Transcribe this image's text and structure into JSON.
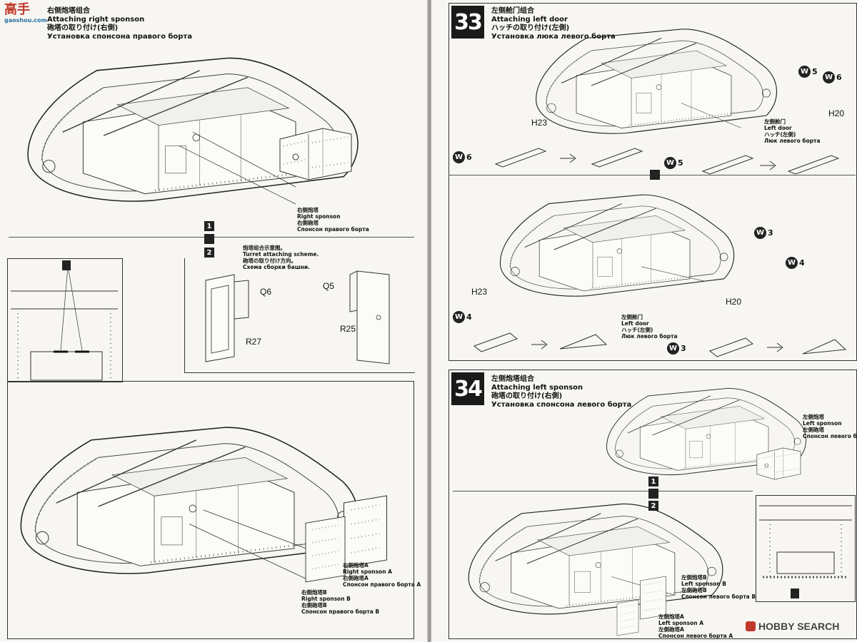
{
  "watermark": {
    "top": "高手",
    "bottom": "gaoshou.com"
  },
  "left": {
    "step_title": {
      "cn": "右侧炮塔组合",
      "en": "Attaching right sponson",
      "jp": "砲塔の取り付け(右側)",
      "ru": "Установка спонсона правого борта"
    },
    "callout_top": {
      "cn": "右侧炮塔",
      "en": "Right sponson",
      "jp": "右側砲塔",
      "ru": "Спонсон правого борта"
    },
    "option_1": "1",
    "option_2": "2",
    "turret_note": {
      "cn": "炮塔组合示意图。",
      "en": "Turret attaching scheme.",
      "jp": "砲塔の取り付け方向。",
      "ru": "Схема сборки башни."
    },
    "labels": {
      "q6": "Q6",
      "r27": "R27",
      "q5": "Q5",
      "r25": "R25"
    },
    "callout_a": {
      "cn": "右侧炮塔A",
      "en": "Right sponson A",
      "jp": "右側砲塔A",
      "ru": "Спонсон правого борта A"
    },
    "callout_b": {
      "cn": "右侧炮塔B",
      "en": "Right sponson B",
      "jp": "右側砲塔B",
      "ru": "Спонсон правого борта B"
    }
  },
  "right": {
    "step33": {
      "num": "33",
      "cn": "左侧舱门组合",
      "en": "Attaching left door",
      "jp": "ハッチの取り付け(左側)",
      "ru": "Установка люка левого борта"
    },
    "w5": "5",
    "w6": "6",
    "w3": "3",
    "w4": "4",
    "w_letter": "W",
    "h20": "H20",
    "h23": "H23",
    "door_callout": {
      "cn": "左侧舱门",
      "en": "Left door",
      "jp": "ハッチ(左側)",
      "ru": "Люк левого борта"
    },
    "step34": {
      "num": "34",
      "cn": "左侧炮塔组合",
      "en": "Attaching left sponson",
      "jp": "砲塔の取り付け(右側)",
      "ru": "Установка спонсона левого борта"
    },
    "left_sponson": {
      "cn": "左侧炮塔",
      "en": "Left sponson",
      "jp": "左側砲塔",
      "ru": "Спонсон левого борта"
    },
    "left_sponson_b": {
      "cn": "左侧炮塔B",
      "en": "Left sponson B",
      "jp": "左側砲塔B",
      "ru": "Спонсон левого борта B"
    },
    "left_sponson_a": {
      "cn": "左侧炮塔A",
      "en": "Left sponson A",
      "jp": "左側砲塔A",
      "ru": "Спонсон левого борта A"
    },
    "option_1": "1",
    "option_2": "2"
  },
  "footer": {
    "brand": "HOBBY SEARCH"
  }
}
